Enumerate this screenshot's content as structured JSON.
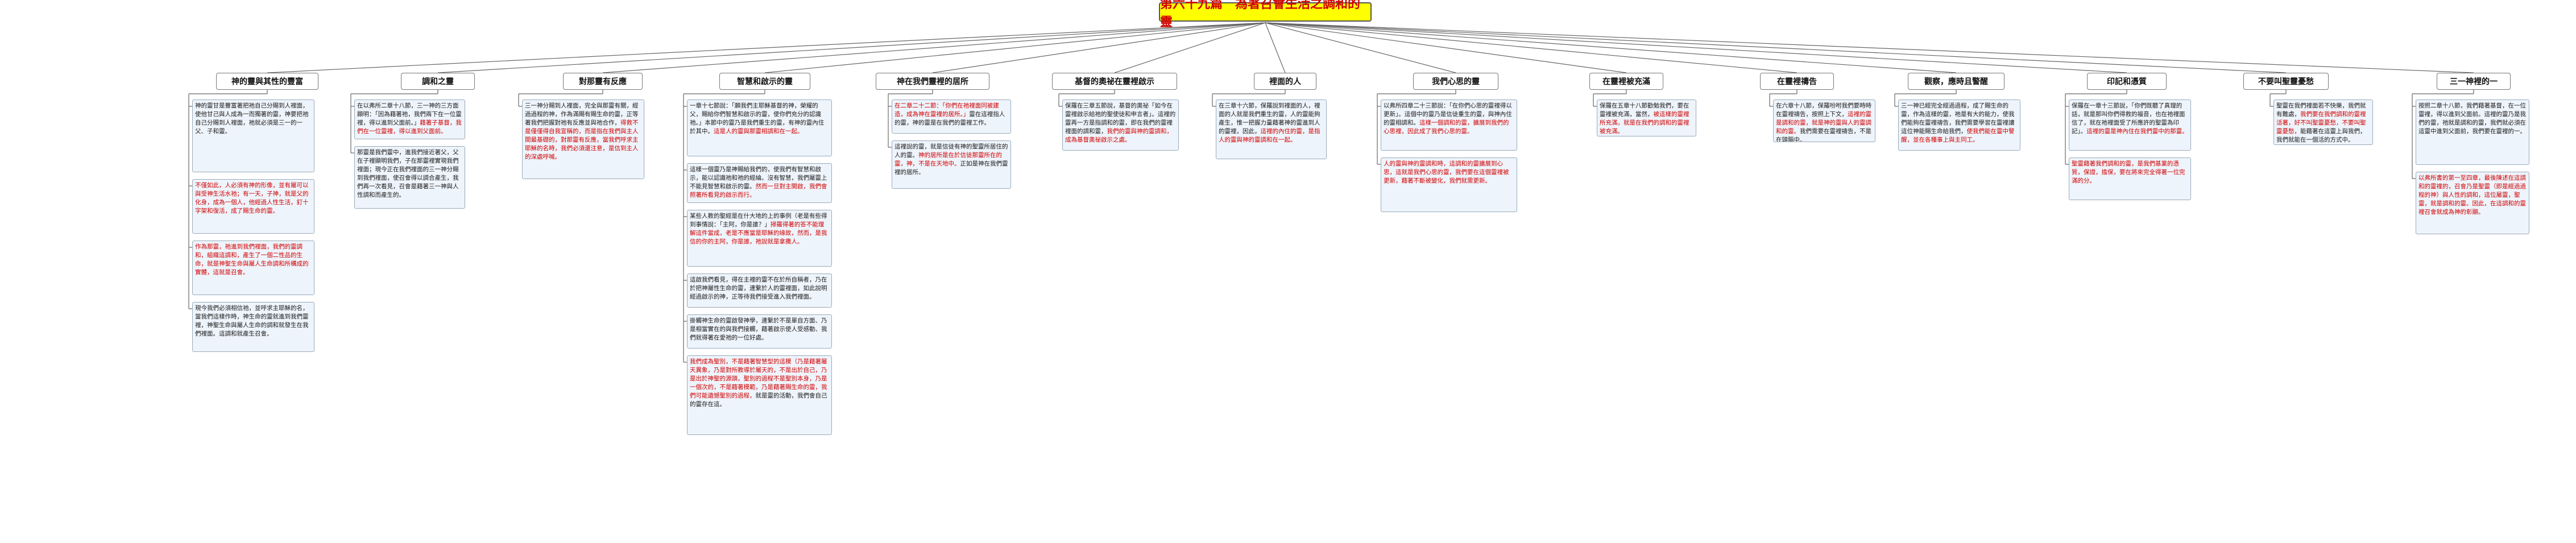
{
  "title": "第六十九篇　為著召會生活之調和的靈",
  "topics": [
    {
      "label": "神的靈與其性的豐富",
      "notes": [
        [
          {
            "t": "神的靈甘是豐富著把祂自己分賜到人裡面，使他甘己與人成為一而獨著的靈，"
          },
          {
            "t": "神要把祂自己分賜到人裡面，祂就必須是三一的一父、子和靈。"
          }
        ],
        [
          {
            "t": "不僅如此，人必須有神的形像，並有屬可以與受神生活水祂；有一天，子神，就是父的化身，成為一個人，他經過人性生活，釘十字架和復活，成了賜生命的靈。",
            "r": true
          }
        ],
        [
          {
            "t": "作為那靈，祂進到我們裡面，我們的靈調和，組織這調和，產生了一個二性品的生命，就是神聖生命與屬人生命調和所構成的實體，這就是召會。",
            "r": true
          }
        ],
        [
          {
            "t": "現今我們必須相信祂，並呼求主耶穌的名，當我們這樣作時，神生命的靈就進到我們靈裡，神聖生命與屬人生命的調和就發生在我們裡面。這調和就產生召會。"
          }
        ]
      ]
    },
    {
      "label": "調和之靈",
      "notes": [
        [
          {
            "t": "在以弗所二章十八節，三一神的三方面顯明：「因為藉著祂，我們兩下在一位靈裡，得以進到父面前。」",
            "r": false
          },
          {
            "t": "藉著子基督，我們在一位靈裡，得以進到父面前。",
            "r": true
          }
        ],
        [
          {
            "t": "那靈是我們靈中，進我們接近著父，父在子裡顯明我們，子在那靈裡實現我們裡面；現今正在我們裡面的三一神分賜到我們裡面，使召會得以調合產生，我們再一次看見，召會是藉著三一神與人性調和而產生的。"
          }
        ]
      ]
    },
    {
      "label": "對那靈有反應",
      "notes": [
        [
          {
            "t": "三一神分賜到人裡面，完全與那靈有關，經過過程的神，作為滿賜有賜生命的靈，正等著我們把握對祂有反應並與祂合作，"
          },
          {
            "t": "得救不是僅僅得自我宣稱的，而是指在我們與主人間最基礎的，對那靈有反應，當我們呼求主耶穌的名時，我們必須還注意，是信到主人的深處呼喊。",
            "r": true
          }
        ]
      ]
    },
    {
      "label": "智慧和啟示的靈",
      "notes": [
        [
          {
            "t": "一章十七節說：「願我們主耶穌基督的神，榮耀的父，賜給你們智慧和啟示的靈，使你們充分的認識祂。」本節中的靈乃是我們重生的靈，有神的靈內住於其中。"
          },
          {
            "t": "這是人的靈與那靈相調和在一起。",
            "r": true
          }
        ],
        [
          {
            "t": "這樣一個靈乃是神賜給我們的，使我們有智慧和啟示，能以認識祂和祂的經綸。沒有智慧，我們屬靈上不能見智慧和啟示的靈。"
          },
          {
            "t": "然而一旦對主開啟，我們會照著所看見的啟示而行。",
            "r": true
          }
        ],
        [
          {
            "t": "某些人教的聖經是在什大地的上的事例（老是有些得到事情說：「主阿，你是誰？」",
            "r": false
          },
          {
            "t": "掃羅得著的答不能理解這件當成，老是不應當是耶穌的緣故，然而，是我信的你的主阿，你是誰，祂說就是拿撒人。",
            "r": true
          }
        ],
        [
          {
            "t": "這啟我們看見，得在主裡的靈不在於所自稱者，乃在於把神屬性生命的靈，連繫於人的靈裡面，如此說明經過啟示的神，正等待我們接受進入我們裡面。"
          }
        ],
        [
          {
            "t": "掛觸神生命的靈啟發神學，連繫於不是單自方面、乃是相當實在的與我們接觸，藉著啟示使人受感動、我們就得著在愛祂的一位好處。"
          }
        ],
        [
          {
            "t": "我們成為聖別，不是藉著智慧型的這模（乃是藉著屬天異象，乃是對所教導於屬天的，不是出於自己，乃是出於神聖的源頭，聖別的過程不是聖別本身，乃是一個次的，不是藉著模範，乃是藉著賜生命的靈，我們可能遺憾聖別的過程，",
            "r": true
          },
          {
            "t": "就是靈的活動，我們會自己的靈存在這。"
          }
        ]
      ]
    },
    {
      "label": "神在我們靈裡的居所",
      "notes": [
        [
          {
            "t": "在二章二十二節：「你們在祂裡面同被建造，成為神在靈裡的居所。」",
            "r": true
          },
          {
            "t": "靈在這裡指人的靈，神的靈是在我們的靈裡工作。"
          }
        ],
        [
          {
            "t": "這裡說的靈，就是信徒有神的聖靈所居住的人的靈。"
          },
          {
            "t": "神的居所是在於信徒那靈所在的靈，神，不是在天地中。",
            "r": true
          },
          {
            "t": "正如是神在我們靈裡的居所。"
          }
        ]
      ]
    },
    {
      "label": "基督的奧祕在靈裡啟示",
      "notes": [
        [
          {
            "t": "保羅在三章五節說，基督的奧祕「如今在靈裡啟示給祂的聖使徒和申言者」。這裡的靈再一方是指調和的靈，即在我們的靈裡裡面的調和靈，"
          },
          {
            "t": "我們的靈與神的靈調和，成為基督奧祕啟示之處。",
            "r": true
          }
        ]
      ]
    },
    {
      "label": "裡面的人",
      "notes": [
        [
          {
            "t": "在三章十六節，保羅說到裡面的人，裡面的人就是我們重生的靈，人的靈能夠產生，惟一把握力量藉著神的靈進到人的靈裡，因此，",
            "r": false
          },
          {
            "t": "這裡的內住的靈，是指人的靈與神的靈調和在一起。",
            "r": true
          }
        ]
      ]
    },
    {
      "label": "我們心思的靈",
      "notes": [
        [
          {
            "t": "以弗所四章二十三節說：「在你們心思的靈裡得以更新」。這個中的靈乃是信徒重生的靈，與神內住的靈相調和。",
            "r": false
          },
          {
            "t": "這樣一個調和的靈，擴展到我們的心思裡，因此成了我們心思的靈。",
            "r": true
          }
        ],
        [
          {
            "t": "人的靈與神的靈調和時，這調和的靈擴展到心思，這就是我們心思的靈，我們要在這個靈裡被更新，藉著不斷被變化，我們就需更新。",
            "r": true
          }
        ]
      ]
    },
    {
      "label": "在靈裡被充滿",
      "notes": [
        [
          {
            "t": "保羅在五章十八節勸勉我們，要在靈裡被充滿，當然，",
            "r": false
          },
          {
            "t": "被這樣的靈裡所充滿，就是在我們的調和的靈裡被充滿。",
            "r": true
          }
        ]
      ]
    },
    {
      "label": "在靈裡禱告",
      "notes": [
        [
          {
            "t": "在六章十八節，保羅吩咐我們要時時在靈裡禱告，按照上下文，",
            "r": false
          },
          {
            "t": "這裡的靈是調和的靈，就是神的靈與人的靈調和的靈。",
            "r": true
          },
          {
            "t": "我們需要在靈裡禱告，不是在頭腦中。"
          }
        ]
      ]
    },
    {
      "label": "觀察，應時且警醒",
      "notes": [
        [
          {
            "t": "三一神已經完全經過過程，成了賜生命的靈，作為這樣的靈，祂是有大的能力，使我們能夠在靈裡禱告，我們需要學習在靈裡讓這位神能賜生命給我們，",
            "r": false
          },
          {
            "t": "使我們能在靈中警醒，並在各種事上與主同工。",
            "r": true
          }
        ]
      ]
    },
    {
      "label": "印記和憑質",
      "notes": [
        [
          {
            "t": "保羅在一章十三節說，「你們既聽了真理的話，就是那叫你們得救的福音，也在祂裡面信了，就在祂裡面受了所應許的聖靈為印記」。",
            "r": false
          },
          {
            "t": "這裡的靈是神內住在我們靈中的那靈。",
            "r": true
          }
        ],
        [
          {
            "t": "聖靈藉著我們調和的靈，是我們基業的憑質，保證，擔保，要在將來完全得著一位完滿的分。",
            "r": true
          }
        ]
      ]
    },
    {
      "label": "不要叫聖靈憂愁",
      "notes": [
        [
          {
            "t": "聖靈在我們裡面若不快樂，我們就有難處，",
            "r": false
          },
          {
            "t": "我們要在我們調和的靈裡活著，好不叫聖靈憂愁，不要叫聖靈憂愁，",
            "r": true
          },
          {
            "t": "能藉著在這靈上與我們，我們就能在一個活的方式中。"
          }
        ]
      ]
    },
    {
      "label": "三一神裡的一",
      "notes": [
        [
          {
            "t": "按照二章十八節，我們藉著基督，在一位靈裡，得以進到父面前。這裡的靈乃是我們的靈，祂就是調和的靈，我們就必須在這靈中進到父面前，我們要在靈裡的一。"
          }
        ],
        [
          {
            "t": "以弗所書的第一至四章，最後陳述在這調和的靈裡的，召會乃是聖靈（即是經過過程的神）與人性的調和，這位屬靈，聖靈，就是調和的靈。因此，在這調和的靈裡召會就成為神的彰顯。",
            "r": true
          }
        ]
      ]
    }
  ]
}
